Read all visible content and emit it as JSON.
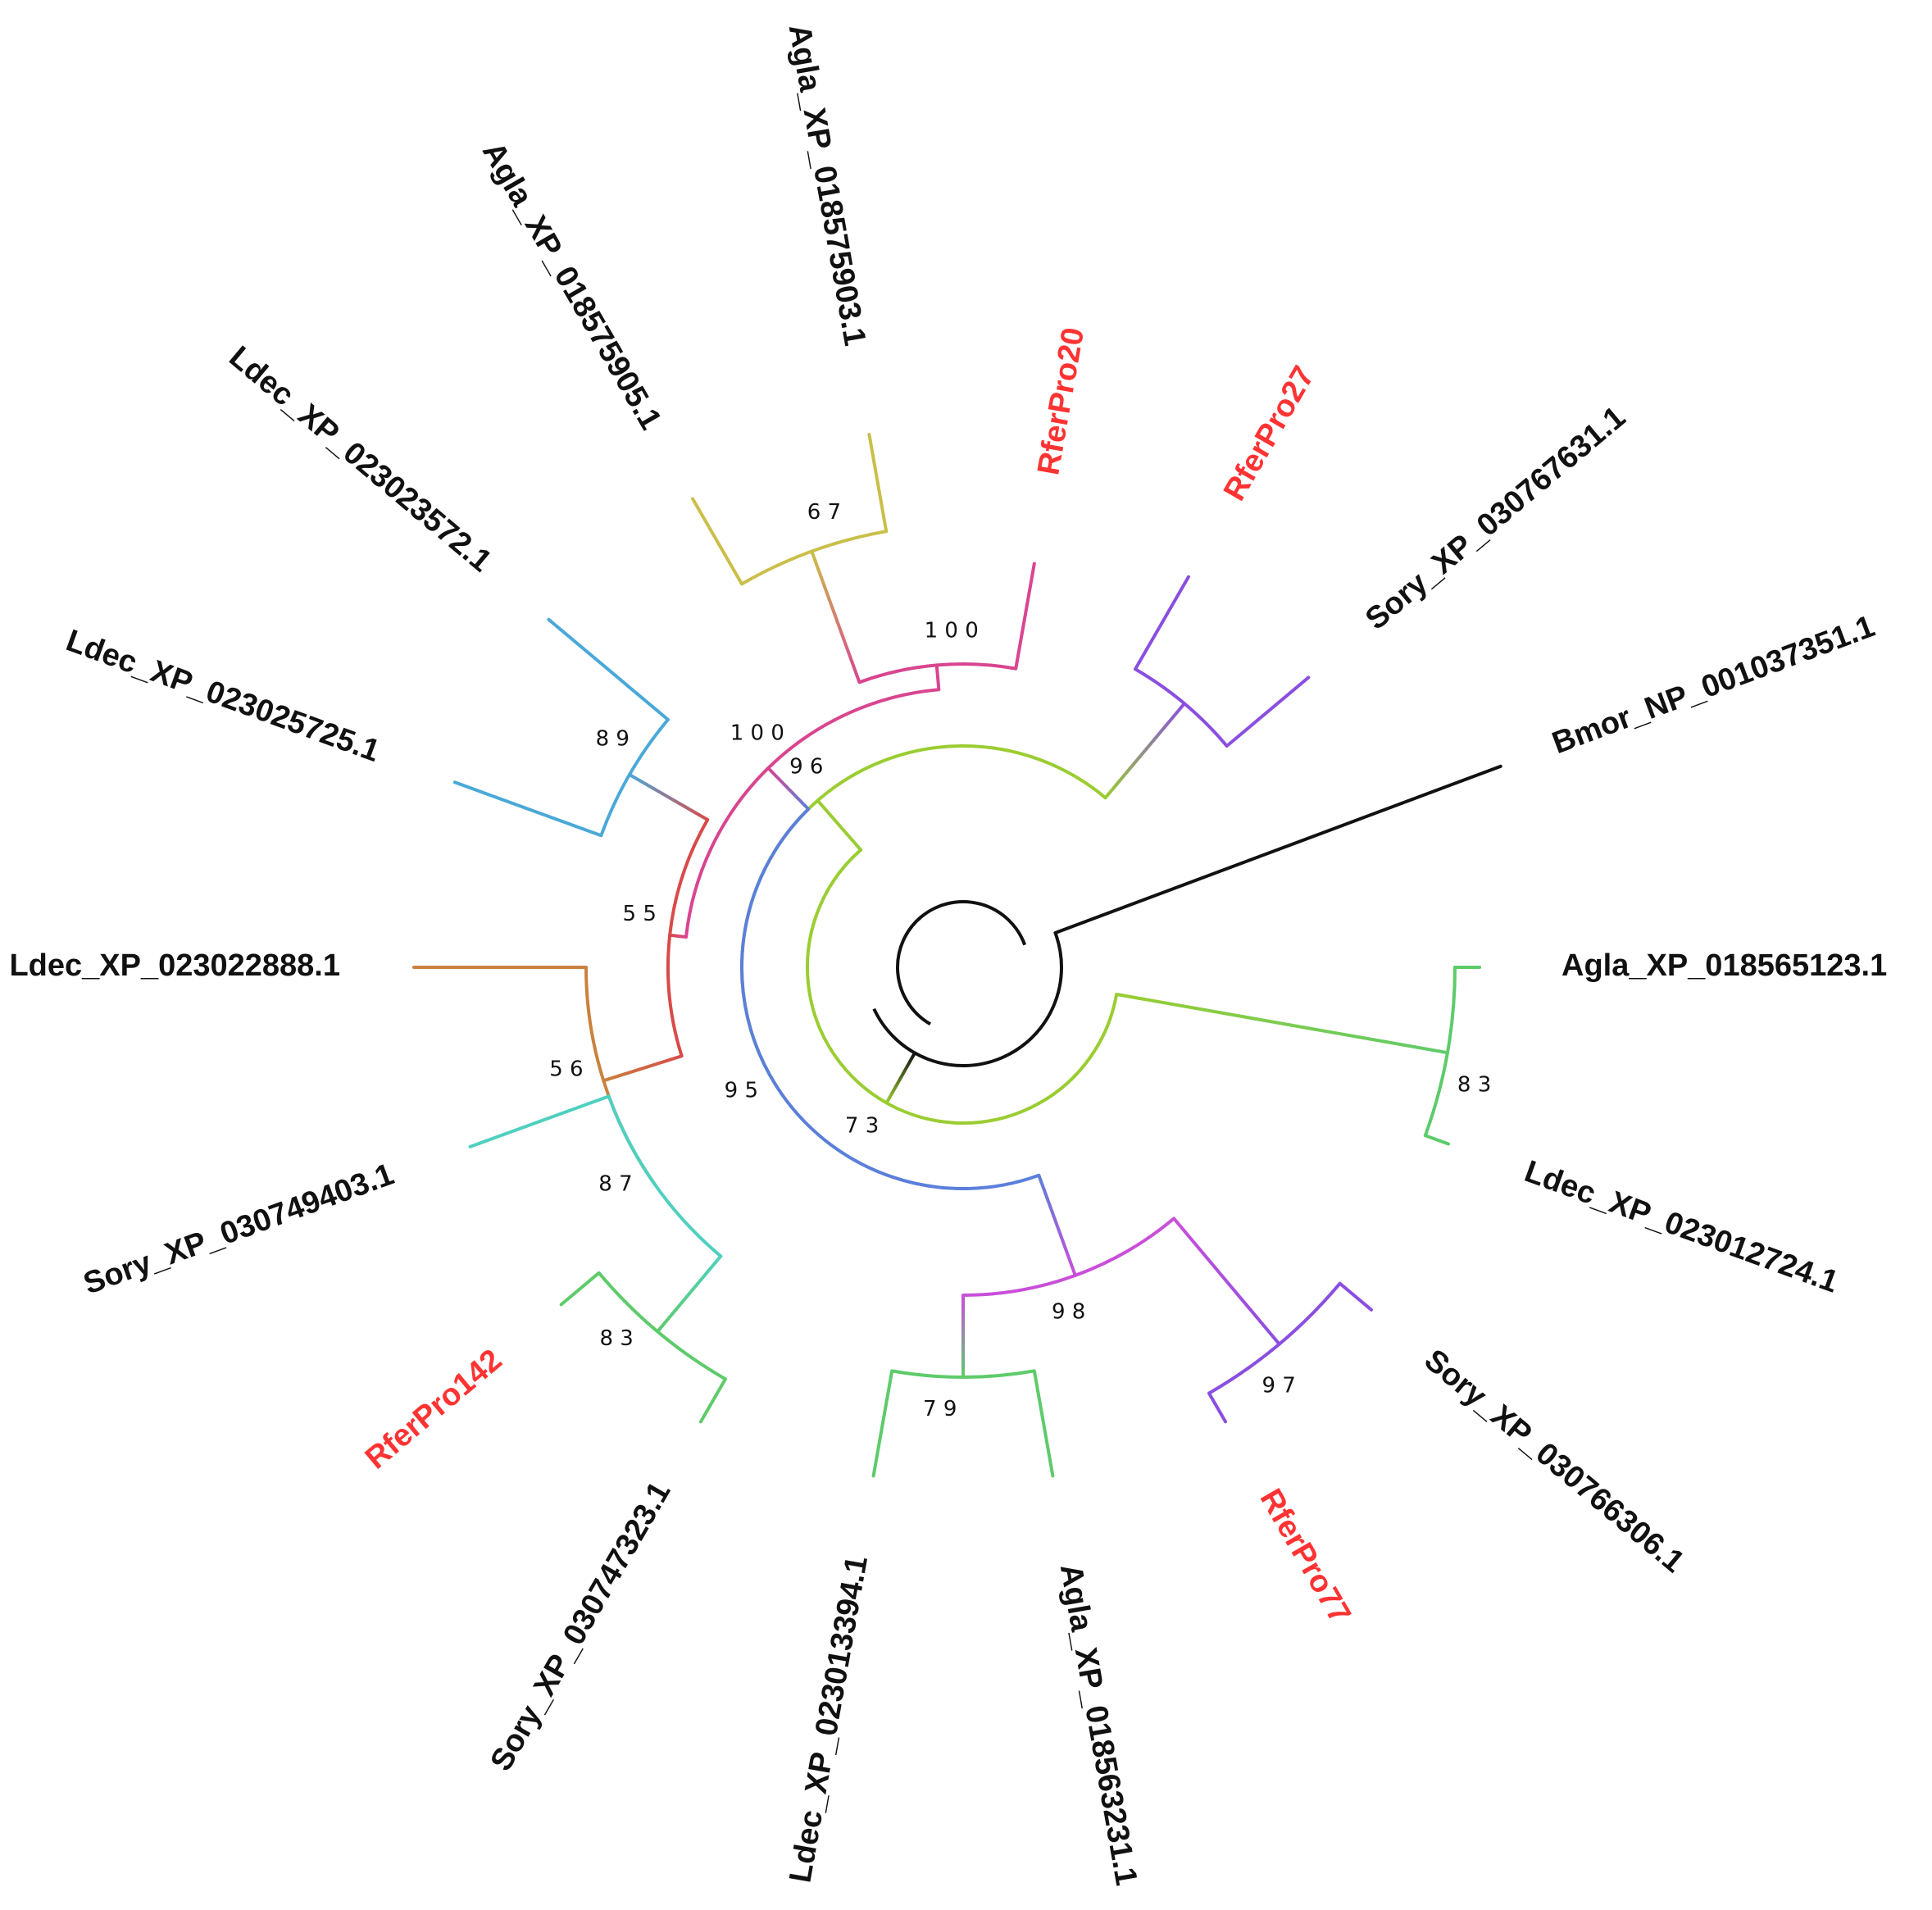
{
  "tree": {
    "layout": "circular",
    "highlight_color": "#ff3333",
    "default_label_color": "#111111",
    "leaves": [
      {
        "label": "Bmor_NP_001037351.1",
        "highlight": false
      },
      {
        "label": "Agla_XP_018565123.1",
        "highlight": false
      },
      {
        "label": "Ldec_XP_023012724.1",
        "highlight": false
      },
      {
        "label": "Sory_XP_030766306.1",
        "highlight": false
      },
      {
        "label": "RferPro77",
        "highlight": true
      },
      {
        "label": "Agla_XP_018563231.1",
        "highlight": false
      },
      {
        "label": "Ldec_XP_023013394.1",
        "highlight": false
      },
      {
        "label": "Sory_XP_030747323.1",
        "highlight": false
      },
      {
        "label": "RferPro142",
        "highlight": true
      },
      {
        "label": "Sory_XP_030749403.1",
        "highlight": false
      },
      {
        "label": "Ldec_XP_023022888.1",
        "highlight": false
      },
      {
        "label": "Ldec_XP_023025725.1",
        "highlight": false
      },
      {
        "label": "Ldec_XP_023023572.1",
        "highlight": false
      },
      {
        "label": "Agla_XP_018575905.1",
        "highlight": false
      },
      {
        "label": "Agla_XP_018575903.1",
        "highlight": false
      },
      {
        "label": "RferPro20",
        "highlight": true
      },
      {
        "label": "RferPro27",
        "highlight": true
      },
      {
        "label": "Sory_XP_030767631.1",
        "highlight": false
      }
    ],
    "bootstrap": [
      {
        "label": "8 3"
      },
      {
        "label": "9 7"
      },
      {
        "label": "7 9"
      },
      {
        "label": "9 8"
      },
      {
        "label": "8 3"
      },
      {
        "label": "8 7"
      },
      {
        "label": "5 6"
      },
      {
        "label": "8 9"
      },
      {
        "label": "5 5"
      },
      {
        "label": "6 7"
      },
      {
        "label": "1 0 0"
      },
      {
        "label": "1 0 0"
      },
      {
        "label": "9 5"
      },
      {
        "label": "9 6"
      },
      {
        "label": "7 3"
      }
    ]
  }
}
